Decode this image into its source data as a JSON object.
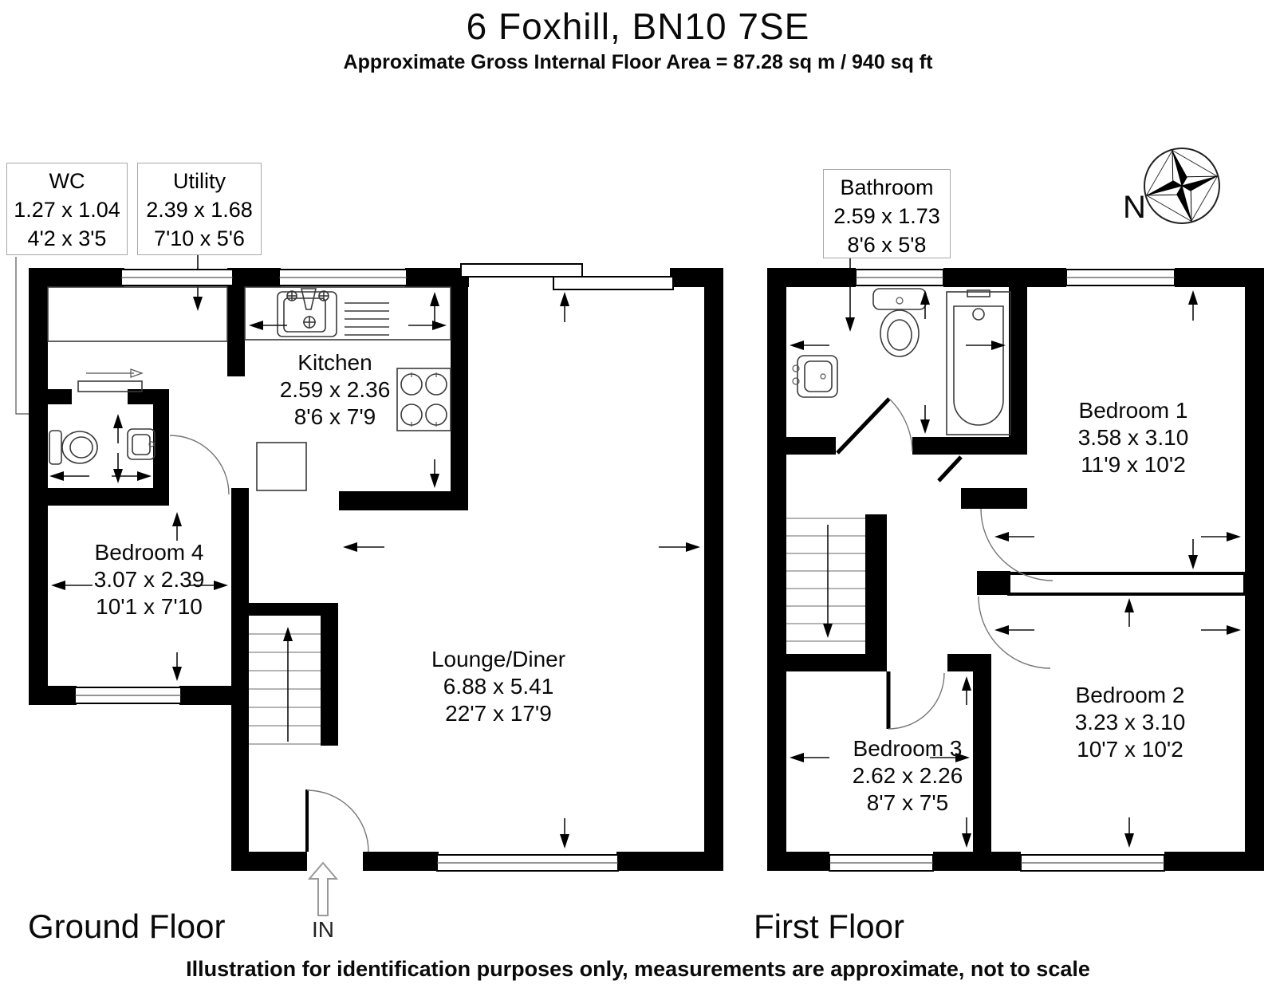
{
  "header": {
    "title": "6 Foxhill, BN10 7SE",
    "subtitle": "Approximate Gross Internal Floor Area = 87.28 sq m / 940 sq ft"
  },
  "compass": {
    "label": "N"
  },
  "entrance": {
    "label": "IN"
  },
  "callouts": {
    "wc": {
      "name": "WC",
      "metric": "1.27 x 1.04",
      "imperial": "4'2 x 3'5"
    },
    "utility": {
      "name": "Utility",
      "metric": "2.39 x 1.68",
      "imperial": "7'10 x 5'6"
    },
    "bathroom": {
      "name": "Bathroom",
      "metric": "2.59 x 1.73",
      "imperial": "8'6 x 5'8"
    }
  },
  "rooms": {
    "kitchen": {
      "name": "Kitchen",
      "metric": "2.59 x 2.36",
      "imperial": "8'6 x 7'9"
    },
    "bedroom4": {
      "name": "Bedroom 4",
      "metric": "3.07 x 2.39",
      "imperial": "10'1 x 7'10"
    },
    "lounge": {
      "name": "Lounge/Diner",
      "metric": "6.88 x 5.41",
      "imperial": "22'7 x 17'9"
    },
    "bedroom1": {
      "name": "Bedroom 1",
      "metric": "3.58 x 3.10",
      "imperial": "11'9 x 10'2"
    },
    "bedroom2": {
      "name": "Bedroom 2",
      "metric": "3.23 x 3.10",
      "imperial": "10'7 x 10'2"
    },
    "bedroom3": {
      "name": "Bedroom 3",
      "metric": "2.62 x 2.26",
      "imperial": "8'7 x 7'5"
    }
  },
  "floors": {
    "ground": {
      "label": "Ground Floor"
    },
    "first": {
      "label": "First Floor"
    }
  },
  "footer": {
    "disclaimer": "Illustration for identification purposes only, measurements are approximate, not to scale"
  },
  "colors": {
    "wall": "#000000",
    "calloutBorder": "#a8a8a8",
    "background": "#ffffff"
  }
}
